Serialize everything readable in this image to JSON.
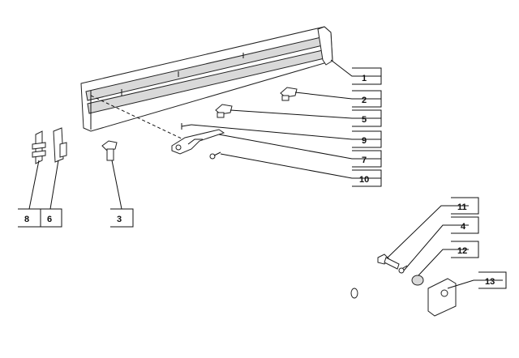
{
  "callouts": [
    {
      "id": "1",
      "text": "1"
    },
    {
      "id": "2",
      "text": "2"
    },
    {
      "id": "5",
      "text": "5"
    },
    {
      "id": "9",
      "text": "9"
    },
    {
      "id": "7",
      "text": "7"
    },
    {
      "id": "10",
      "text": "10"
    },
    {
      "id": "8",
      "text": "8"
    },
    {
      "id": "6",
      "text": "6"
    },
    {
      "id": "3",
      "text": "3"
    },
    {
      "id": "11",
      "text": "11"
    },
    {
      "id": "4",
      "text": "4"
    },
    {
      "id": "12",
      "text": "12"
    },
    {
      "id": "13",
      "text": "13"
    }
  ]
}
